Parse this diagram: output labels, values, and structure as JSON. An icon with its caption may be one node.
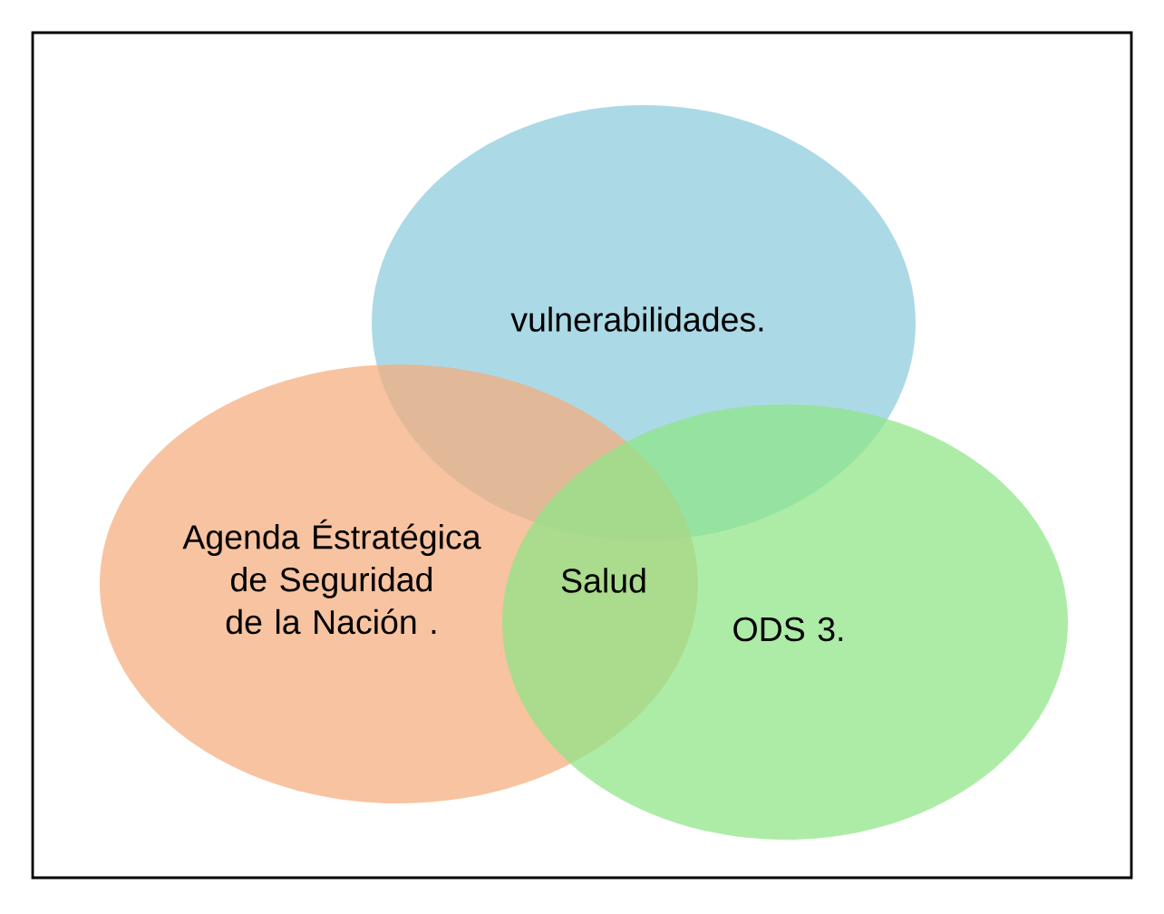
{
  "diagram": {
    "nodes": [
      {
        "text": [
          "vulnerabilidades."
        ]
      },
      {
        "text": [
          "Agenda Éstratégica de Seguridad de la Nación ."
        ]
      },
      {
        "text": [
          "ODS 3."
        ]
      }
    ],
    "labels": [
      "Salud"
    ]
  }
}
